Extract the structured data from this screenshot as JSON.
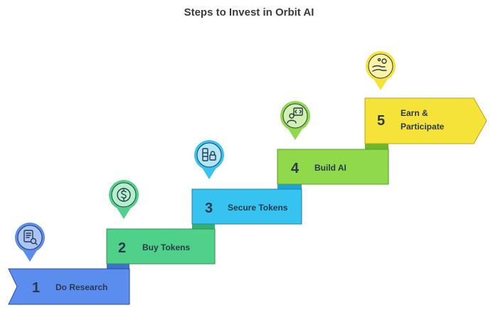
{
  "title": "Steps to Invest in Orbit AI",
  "steps": [
    {
      "number": "1",
      "label": "Do Research",
      "color": "#5b8def",
      "dark": "#3f6fd1",
      "pin": "#7fa6f2",
      "icon": "document-search-icon"
    },
    {
      "number": "2",
      "label": "Buy Tokens",
      "color": "#4fd18a",
      "dark": "#36b06e",
      "pin": "#7fe0a8",
      "icon": "dollar-coin-icon"
    },
    {
      "number": "3",
      "label": "Secure Tokens",
      "color": "#36c3f0",
      "dark": "#1fa3d3",
      "pin": "#6fd6f6",
      "icon": "lock-vault-icon"
    },
    {
      "number": "4",
      "label": "Build AI",
      "color": "#8fd94a",
      "dark": "#6cb82c",
      "pin": "#a9e36f",
      "icon": "developer-code-icon"
    },
    {
      "number": "5",
      "label": [
        "Earn &",
        "Participate"
      ],
      "color": "#f6e33a",
      "dark": "#d7c11e",
      "pin": "#f9ea6a",
      "icon": "hand-reward-icon"
    }
  ]
}
